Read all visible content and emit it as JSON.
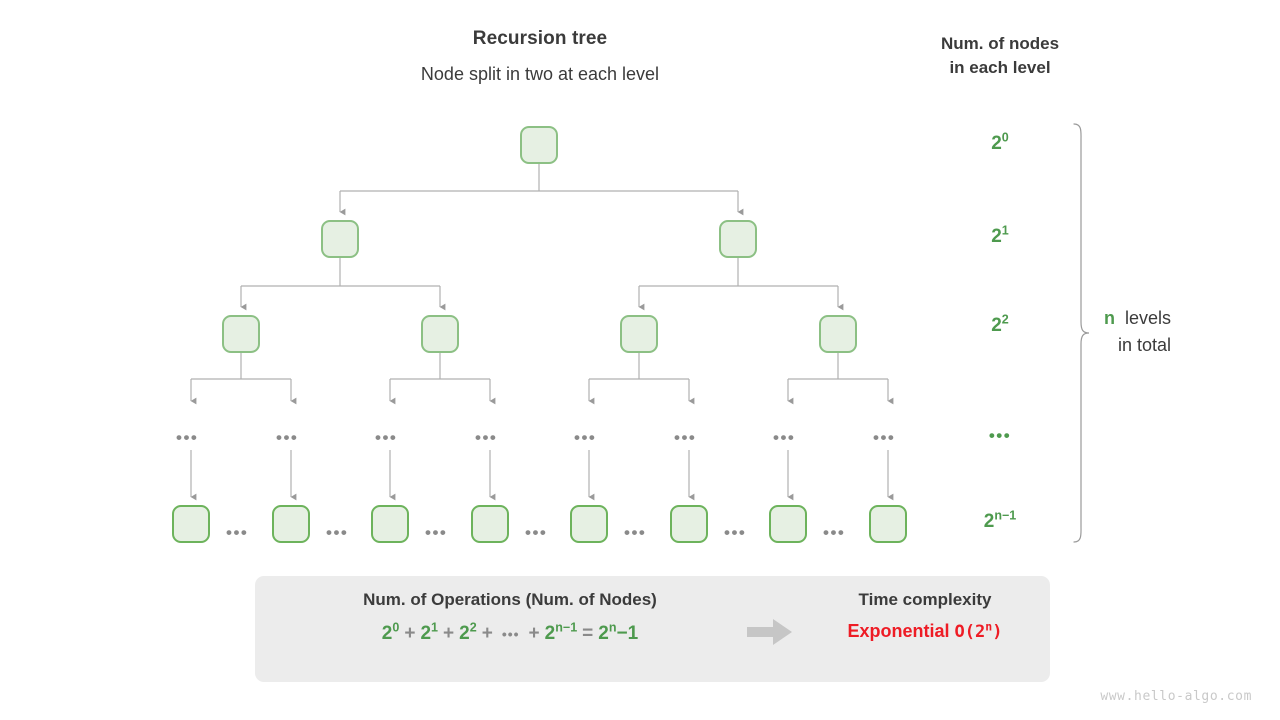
{
  "headings": {
    "title": "Recursion tree",
    "subtitle": "Node split in two at each level",
    "column_title_line1": "Num. of nodes",
    "column_title_line2": "in each level"
  },
  "levels": [
    {
      "id": "level-0",
      "label_base": "2",
      "label_exp": "0",
      "node_count": 1
    },
    {
      "id": "level-1",
      "label_base": "2",
      "label_exp": "1",
      "node_count": 2
    },
    {
      "id": "level-2",
      "label_base": "2",
      "label_exp": "2",
      "node_count": 4
    },
    {
      "id": "level-ellipsis",
      "label_base": "•••",
      "label_exp": "",
      "node_count": 8
    },
    {
      "id": "level-last",
      "label_base": "2",
      "label_exp": "n−1",
      "node_count": 8
    }
  ],
  "ellipsis": {
    "glyph": "•••"
  },
  "total": {
    "variable": "n",
    "text_line1": "levels",
    "text_line2": "in total"
  },
  "summary": {
    "ops_title": "Num. of Operations (Num. of Nodes)",
    "formula": {
      "terms": [
        {
          "base": "2",
          "exp": "0"
        },
        {
          "base": "2",
          "exp": "1"
        },
        {
          "base": "2",
          "exp": "2"
        }
      ],
      "plus": "+",
      "ellipsis": "•••",
      "last_term": {
        "base": "2",
        "exp": "n−1"
      },
      "equals": "=",
      "result": {
        "base": "2",
        "exp": "n",
        "suffix": "−1"
      }
    },
    "complexity_title": "Time complexity",
    "complexity_word": "Exponential",
    "complexity_notation_base": "O(2",
    "complexity_notation_exp": "n",
    "complexity_notation_close": ")"
  },
  "watermark": "www.hello-algo.com",
  "colors": {
    "green": "#4e9a4e",
    "node_fill": "#e6f0e3",
    "node_border": "#8cc084",
    "leaf_border": "#6db35c",
    "red": "#ee1c25",
    "gray_text": "#3b3b3b",
    "wire": "#b0b0b0",
    "panel": "#ececec"
  }
}
